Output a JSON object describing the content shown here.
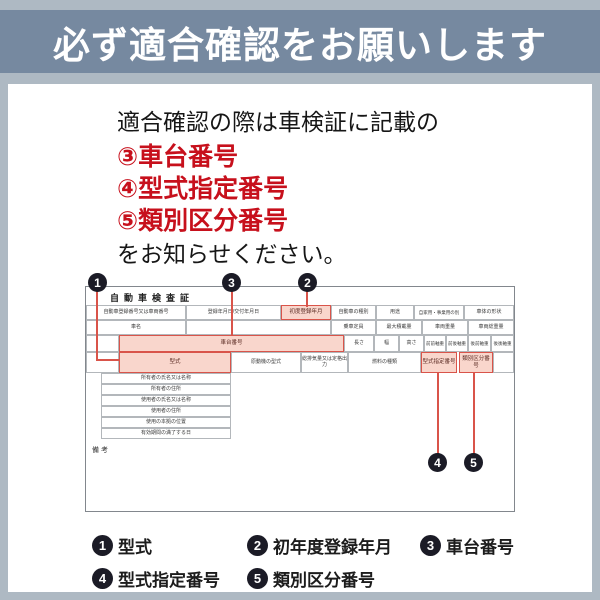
{
  "colors": {
    "page_bg": "#aeb9c3",
    "header_bg": "#7689a0",
    "header_text": "#ffffff",
    "red_text": "#c7101c",
    "highlight_fill": "#f9d6cc",
    "highlight_border": "#d9544a",
    "badge_bg": "#1b1b26"
  },
  "header": {
    "title": "必ず適合確認をお願いします"
  },
  "intro": {
    "line1": "適合確認の際は車検証に記載の",
    "item3": "③車台番号",
    "item4": "④型式指定番号",
    "item5": "⑤類別区分番号",
    "line2": "をお知らせください。"
  },
  "certificate": {
    "title": "自動車検査証",
    "row1": [
      "自動車登録番号又は車両番号",
      "登録年月日/交付年月日",
      "初度登録年月",
      "自動車の種別",
      "用途",
      "自家用・事業用の別",
      "車体の形状"
    ],
    "row2": [
      "車名",
      "",
      "乗車定員",
      "最大積載量",
      "車両重量",
      "車両総重量"
    ],
    "row3": [
      "",
      "車台番号",
      "長さ",
      "幅",
      "高さ",
      "前前軸重",
      "前後軸重",
      "後前軸重",
      "後後軸重"
    ],
    "row4": [
      "",
      "型式",
      "原動機の型式",
      "総排気量又は定格出力",
      "燃料の種類",
      "型式指定番号",
      "類別区分番号",
      ""
    ],
    "owner_rows": [
      "所有者の氏名又は名称",
      "所有者の住所",
      "使用者の氏名又は名称",
      "使用者の住所",
      "使用の本拠の位置",
      "有効期間の満了する日"
    ],
    "remarks": "備考"
  },
  "badges": {
    "n1": "1",
    "n2": "2",
    "n3": "3",
    "n4": "4",
    "n5": "5"
  },
  "legend": {
    "items": [
      {
        "num": "1",
        "label": "型式"
      },
      {
        "num": "2",
        "label": "初年度登録年月"
      },
      {
        "num": "3",
        "label": "車台番号"
      },
      {
        "num": "4",
        "label": "型式指定番号"
      },
      {
        "num": "5",
        "label": "類別区分番号"
      }
    ]
  }
}
